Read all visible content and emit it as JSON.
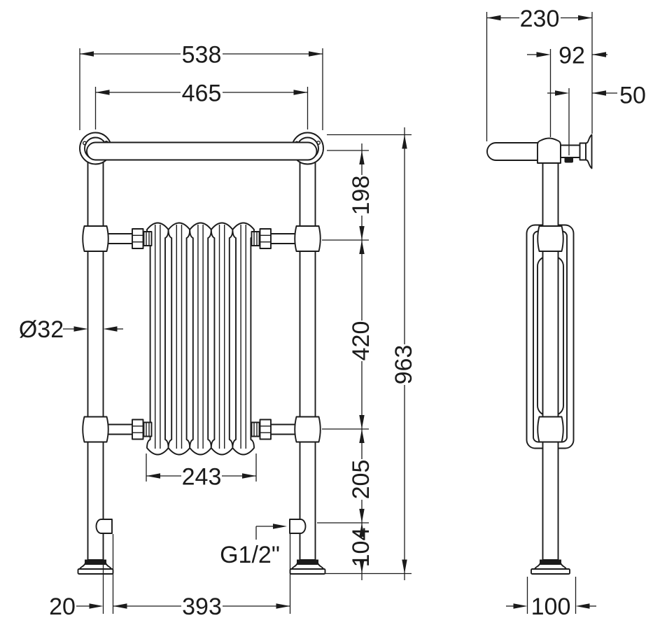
{
  "front_view": {
    "dims": {
      "overall_width": "538",
      "rail_pin_centres": "465",
      "rail_to_upper_union": "198",
      "union_spacing": "420",
      "overall_height": "963",
      "lower_union_to_inlet": "205",
      "inlet_to_floor": "104",
      "radiator_width": "243",
      "tube_diameter": "Ø32",
      "inlet_offset": "20",
      "inlet_centres": "393",
      "inlet_thread": "G1/2\""
    }
  },
  "side_view": {
    "dims": {
      "overall_depth": "230",
      "post_to_wall": "92",
      "bracket_depth": "50",
      "base_width": "100"
    }
  },
  "style": {
    "line_color": "#1b1b1b",
    "background": "#ffffff"
  }
}
